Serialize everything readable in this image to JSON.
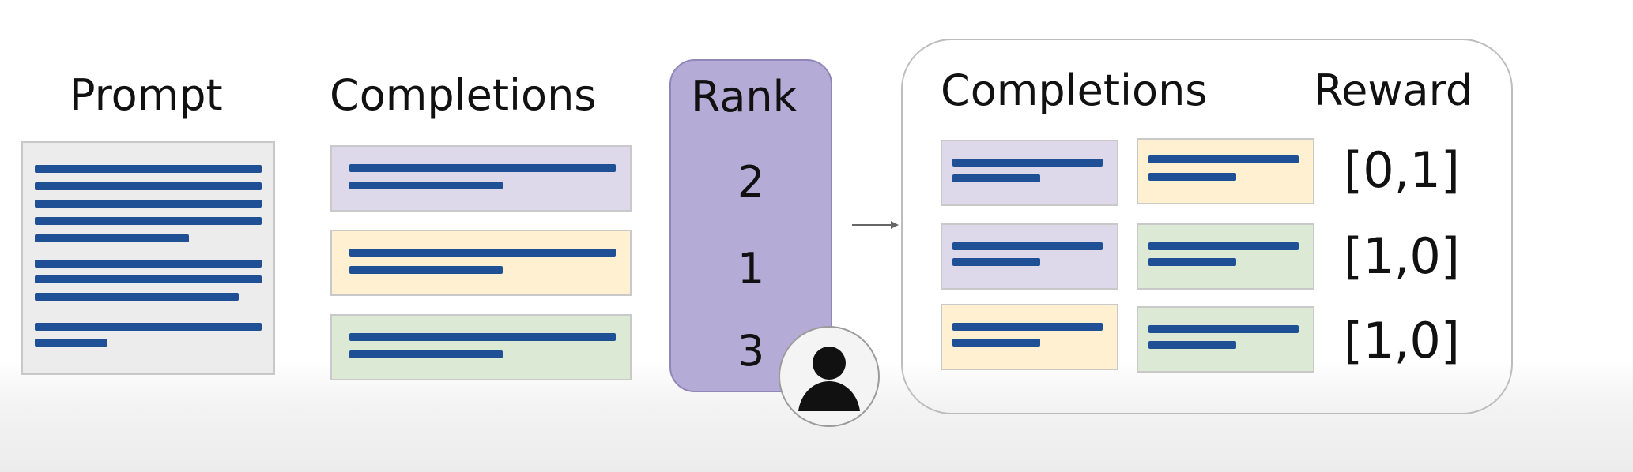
{
  "headings": {
    "prompt": "Prompt",
    "completions": "Completions",
    "rank": "Rank",
    "completions_right": "Completions",
    "reward": "Reward"
  },
  "rank_values": [
    "2",
    "1",
    "3"
  ],
  "reward_values": [
    "[0,1]",
    "[1,0]",
    "[1,0]"
  ],
  "colors": {
    "line_blue": "#1f4f95",
    "prompt_bg": "#ececec",
    "purple_card": "#ddd8ea",
    "yellow_card": "#fff0d1",
    "green_card": "#dcead5",
    "rank_panel": "#b4acd6",
    "arrow": "#666666"
  },
  "icons": {
    "user": "user-icon",
    "arrow": "arrow-right-icon"
  }
}
